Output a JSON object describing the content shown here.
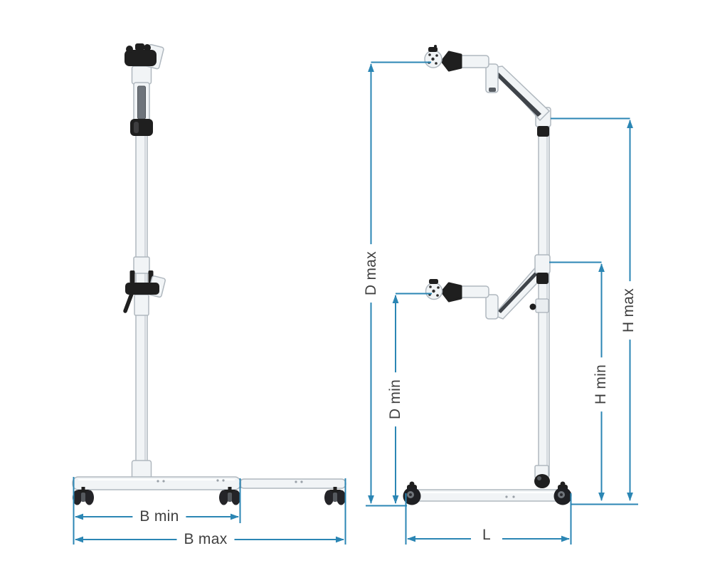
{
  "colors": {
    "dimension-line": "#2b86b4",
    "label-text": "#3f3f3f",
    "background": "#ffffff",
    "stand-body": "#f1f4f6",
    "stand-outline": "#b0b8bf",
    "stand-dark": "#1f1f1f"
  },
  "front_view": {
    "labels": {
      "b_min": "B min",
      "b_max": "B max"
    }
  },
  "side_view": {
    "labels": {
      "d_max": "D max",
      "d_min": "D min",
      "h_max": "H max",
      "h_min": "H min",
      "l": "L"
    }
  }
}
